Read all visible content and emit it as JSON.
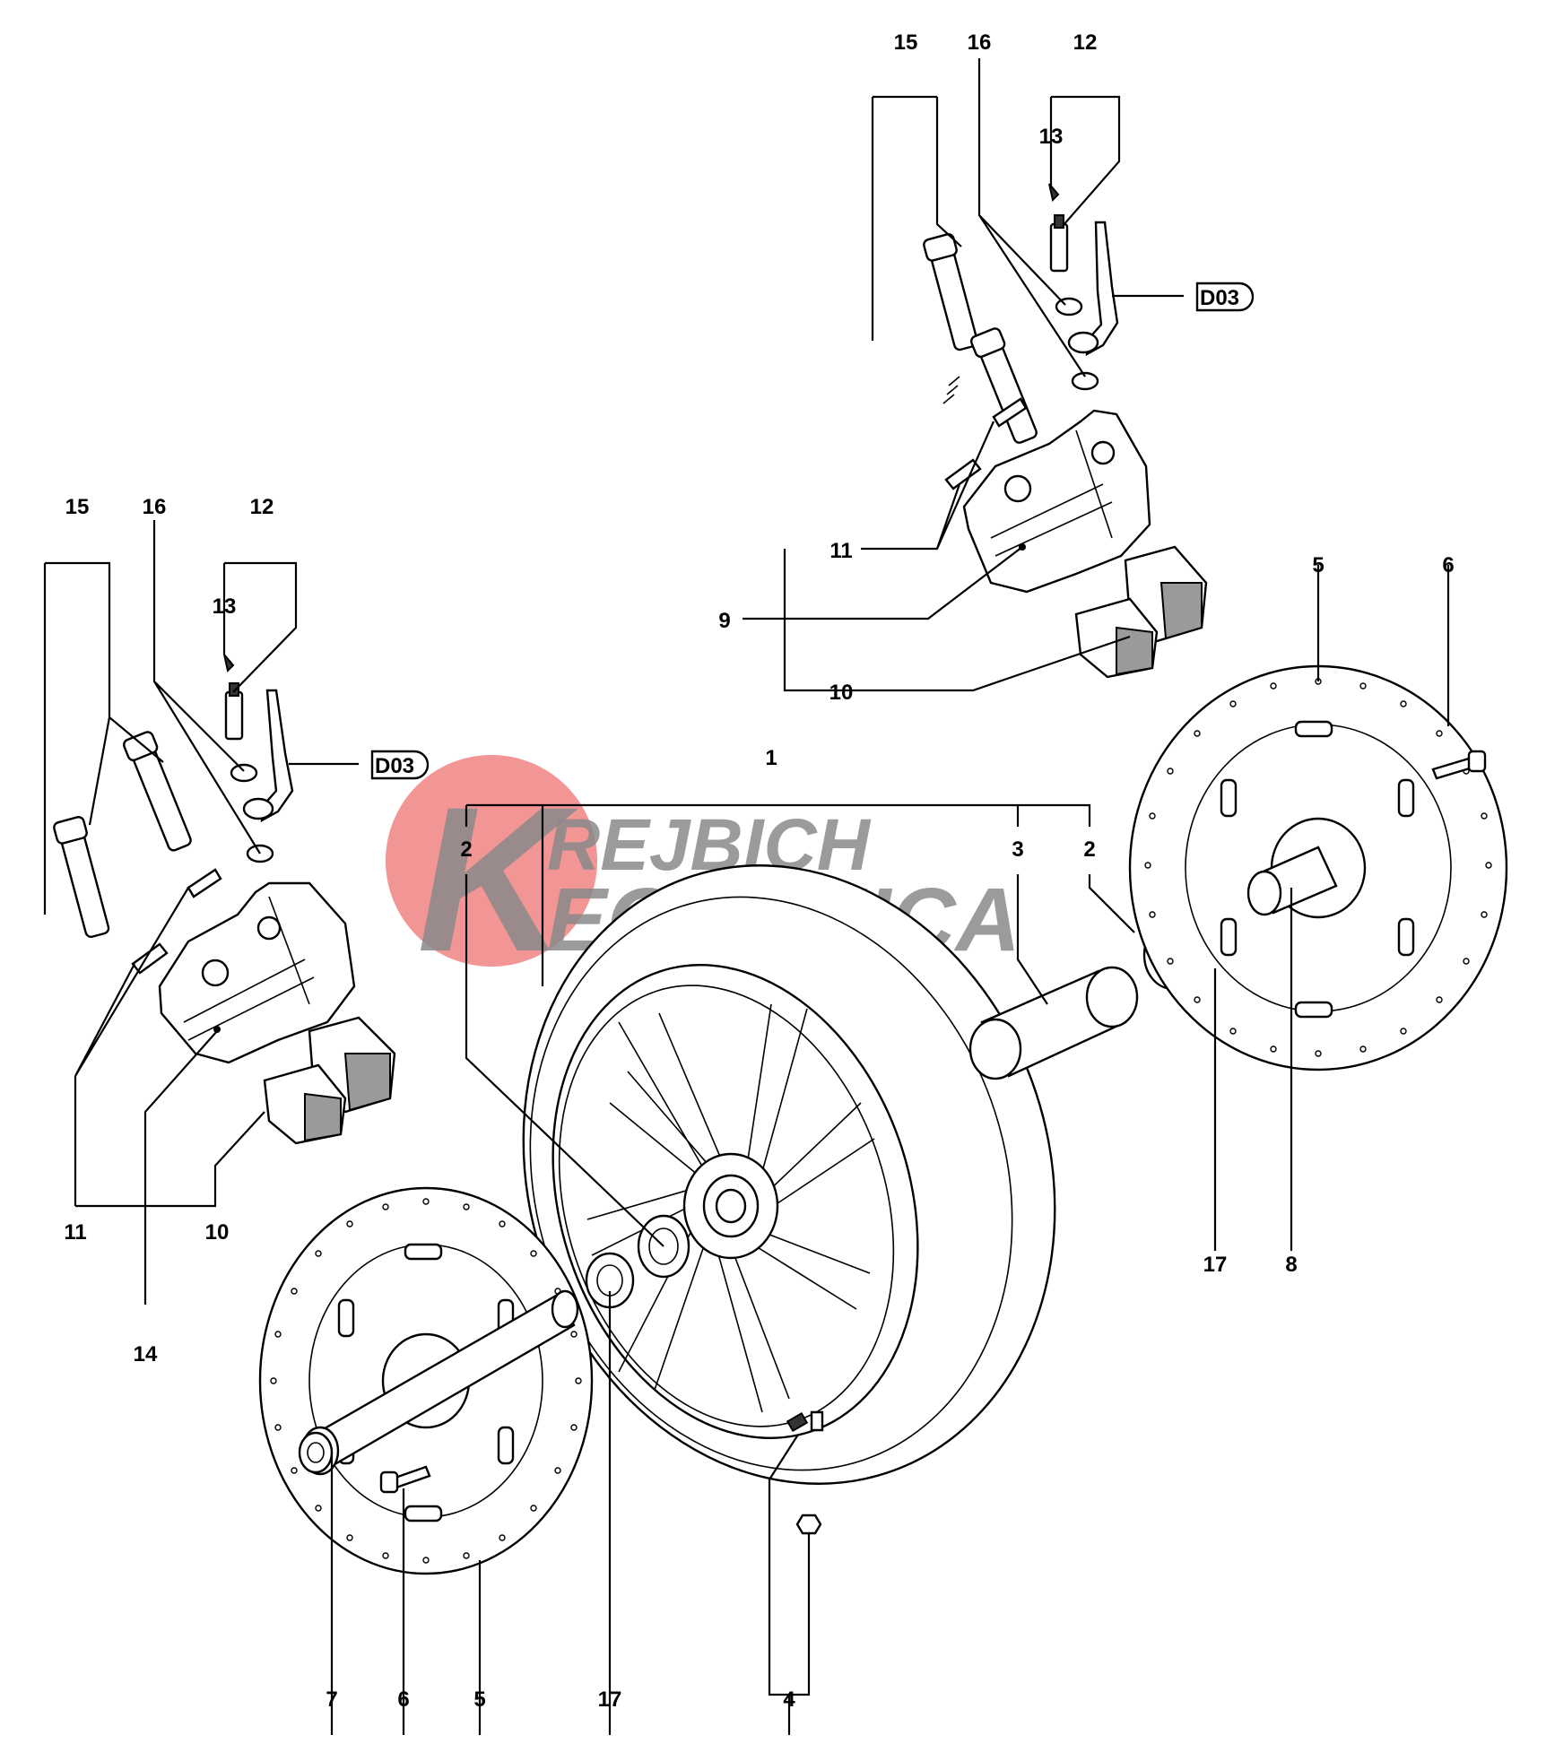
{
  "watermark": {
    "line1": "REJBICH",
    "line2": "ECCANICA",
    "monogram": "K",
    "circle_color": "#f08a8a",
    "text_color": "#8a8a8a"
  },
  "reference_box": {
    "label": "D03"
  },
  "callouts": {
    "c1": "1",
    "c2a": "2",
    "c2b": "2",
    "c3": "3",
    "c4": "4",
    "c5a": "5",
    "c5b": "5",
    "c6a": "6",
    "c6b": "6",
    "c7": "7",
    "c8": "8",
    "c9": "9",
    "c10a": "10",
    "c10b": "10",
    "c11a": "11",
    "c11b": "11",
    "c12a": "12",
    "c12b": "12",
    "c13a": "13",
    "c13b": "13",
    "c14": "14",
    "c15a": "15",
    "c15b": "15",
    "c16a": "16",
    "c16b": "16",
    "c17a": "17",
    "c17b": "17"
  }
}
